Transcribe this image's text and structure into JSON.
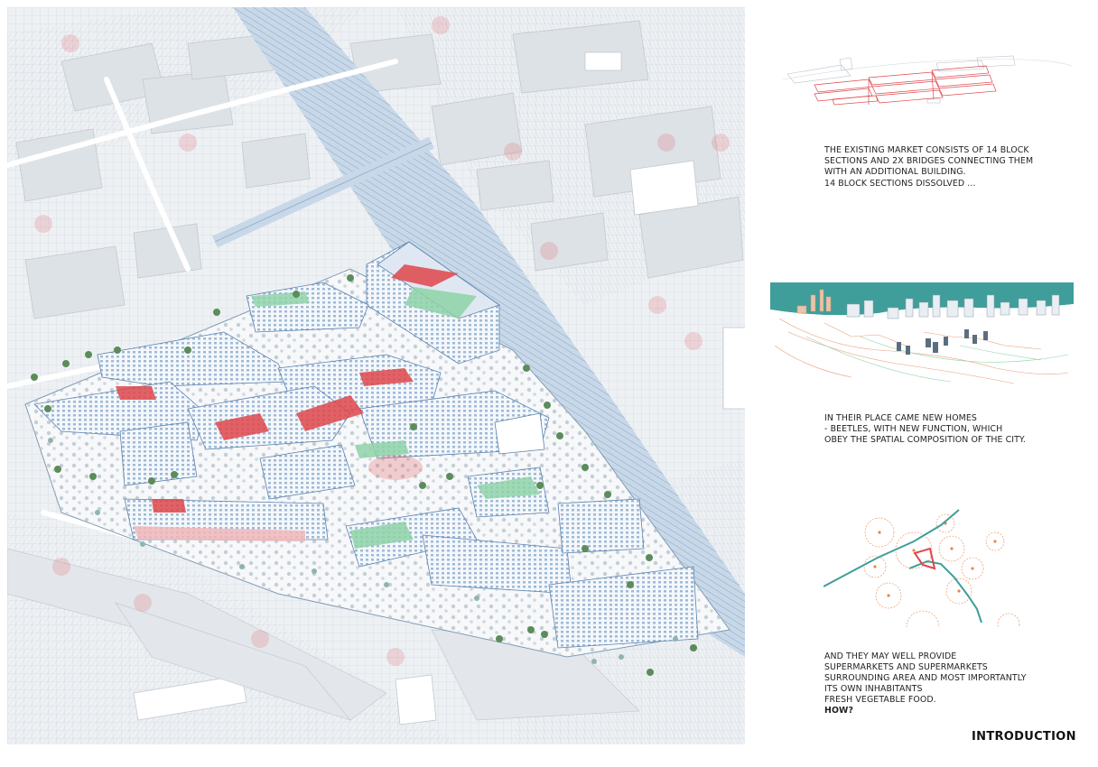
{
  "colors": {
    "accent_red": "#e0474c",
    "accent_green": "#8fd3a8",
    "water_teal": "#3f9e9a",
    "orange_dots": "#e8864a",
    "building_blue": "#9bb8d3"
  },
  "text_blocks": {
    "market": [
      "THE EXISTING MARKET CONSISTS OF 14 BLOCK",
      "SECTIONS AND 2X BRIDGES CONNECTING THEM",
      "WITH AN ADDITIONAL BUILDING.",
      "14 BLOCK SECTIONS DISSOLVED ..."
    ],
    "homes": [
      "IN THEIR PLACE CAME NEW HOMES",
      "- BEETLES, WITH NEW FUNCTION, WHICH",
      "OBEY THE SPATIAL COMPOSITION OF THE CITY."
    ],
    "provide": [
      "AND THEY MAY WELL PROVIDE",
      "SUPERMARKETS AND SUPERMARKETS",
      "SURROUNDING AREA AND MOST IMPORTANTLY",
      "ITS OWN INHABITANTS",
      "FRESH VEGETABLE FOOD."
    ],
    "question": "HOW?"
  },
  "section_title": "INTRODUCTION"
}
